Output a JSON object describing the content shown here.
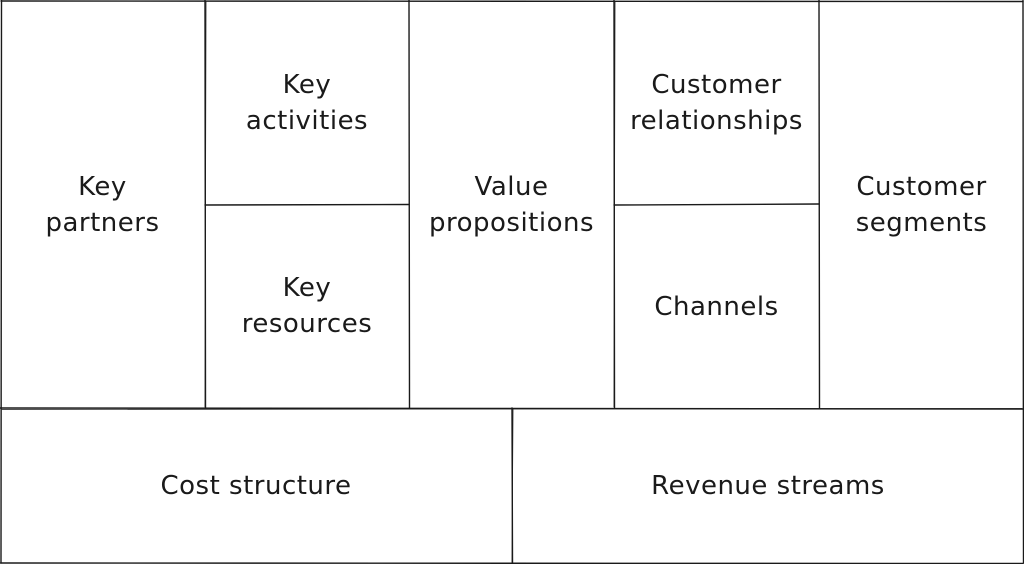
{
  "canvas": {
    "blocks": {
      "key_partners": [
        "Key",
        "partners"
      ],
      "key_activities": [
        "Key",
        "activities"
      ],
      "key_resources": [
        "Key",
        "resources"
      ],
      "value_propositions": [
        "Value",
        "propositions"
      ],
      "customer_relationships": [
        "Customer",
        "relationships"
      ],
      "channels": [
        "Channels"
      ],
      "customer_segments": [
        "Customer",
        "segments"
      ],
      "cost_structure": [
        "Cost structure"
      ],
      "revenue_streams": [
        "Revenue streams"
      ]
    }
  },
  "colors": {
    "background": "#ffffff",
    "stroke": "#1a1a1a",
    "text": "#1a1a1a"
  }
}
